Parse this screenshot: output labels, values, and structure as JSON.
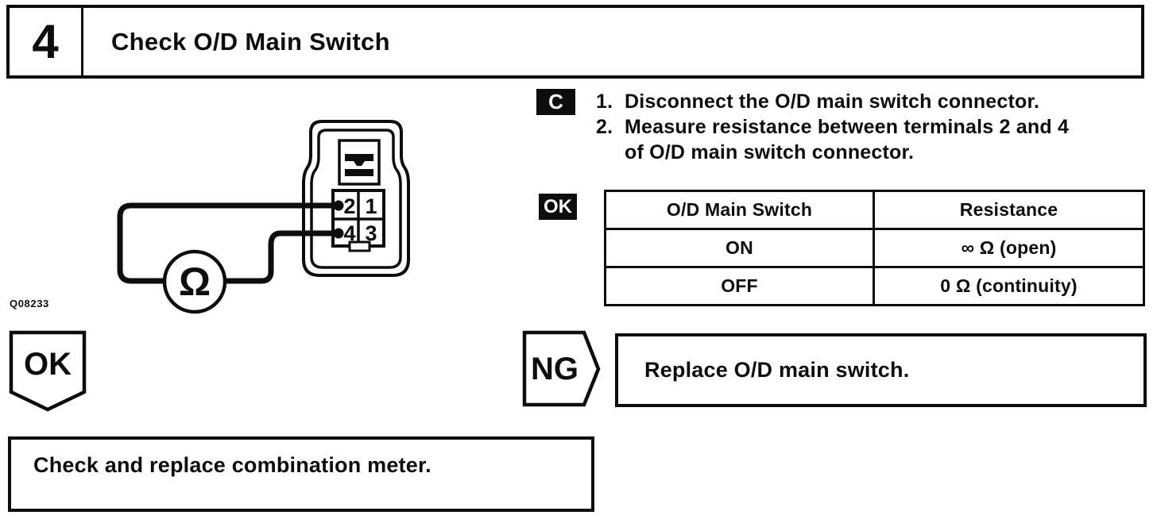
{
  "page": {
    "step_number": "4",
    "title": "Check O/D Main Switch"
  },
  "figure": {
    "code": "Q08233",
    "meter_symbol": "Ω",
    "terminals": [
      "2",
      "1",
      "4",
      "3"
    ]
  },
  "procedure": {
    "camera_label": "C",
    "steps": [
      {
        "num": "1.",
        "lines": [
          "Disconnect the O/D main switch connector."
        ]
      },
      {
        "num": "2.",
        "lines": [
          "Measure resistance between terminals 2 and 4",
          "of O/D main switch connector."
        ]
      }
    ]
  },
  "spec": {
    "label": "OK",
    "table": {
      "headers": [
        "O/D Main Switch",
        "Resistance"
      ],
      "rows": [
        [
          "ON",
          "∞ Ω (open)"
        ],
        [
          "OFF",
          "0 Ω (continuity)"
        ]
      ]
    }
  },
  "flow": {
    "ok_label": "OK",
    "ng_label": "NG",
    "ng_action": "Replace O/D main switch.",
    "ok_action": "Check and replace combination meter."
  },
  "colors": {
    "ink": "#0d0d0d",
    "paper": "#ffffff"
  }
}
